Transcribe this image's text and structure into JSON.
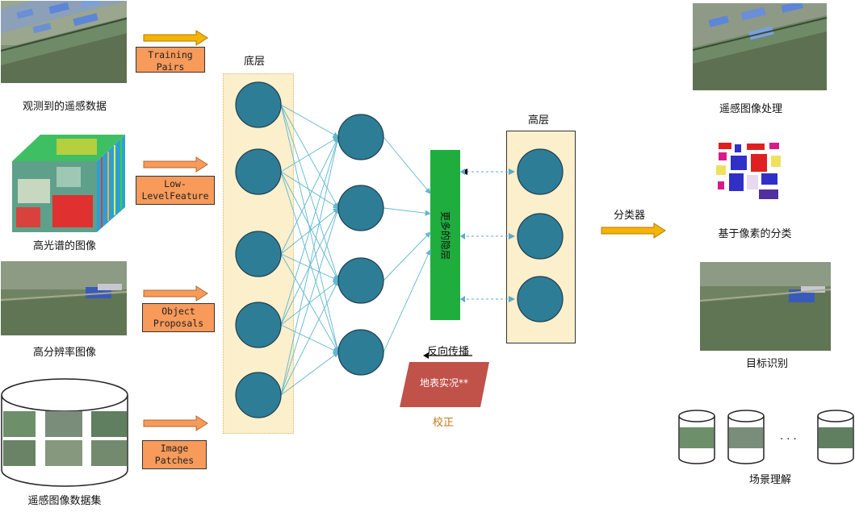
{
  "left_column": {
    "captions": [
      "观测到的遥感数据",
      "高光谱的图像",
      "高分辨率图像",
      "遥感图像数据集"
    ],
    "tags": [
      "Training\nPairs",
      "Low-\nLevelFeature",
      "Object\nProposals",
      "Image\nPatches"
    ]
  },
  "network": {
    "bottom_label": "底层",
    "top_label": "高层",
    "hidden_label": "更多的隐层",
    "backprop_label": "反向传播",
    "ground_truth_label": "地表实况**",
    "correction_label": "校正"
  },
  "classifier_label": "分类器",
  "right_column": {
    "captions": [
      "遥感图像处理",
      "基于像素的分类",
      "目标识别",
      "场景理解"
    ],
    "ellipsis": "· · ·"
  },
  "colors": {
    "node": "#2e7d96",
    "node_stroke": "#1f3f52",
    "edge": "#5fb7cf",
    "layer_bg": "#fcefcb",
    "green_bar": "#1fad3e",
    "arrow": "#f4b400",
    "tag": "#f79a5a",
    "ground_truth": "#c0524a",
    "correction": "#c07a1a"
  }
}
